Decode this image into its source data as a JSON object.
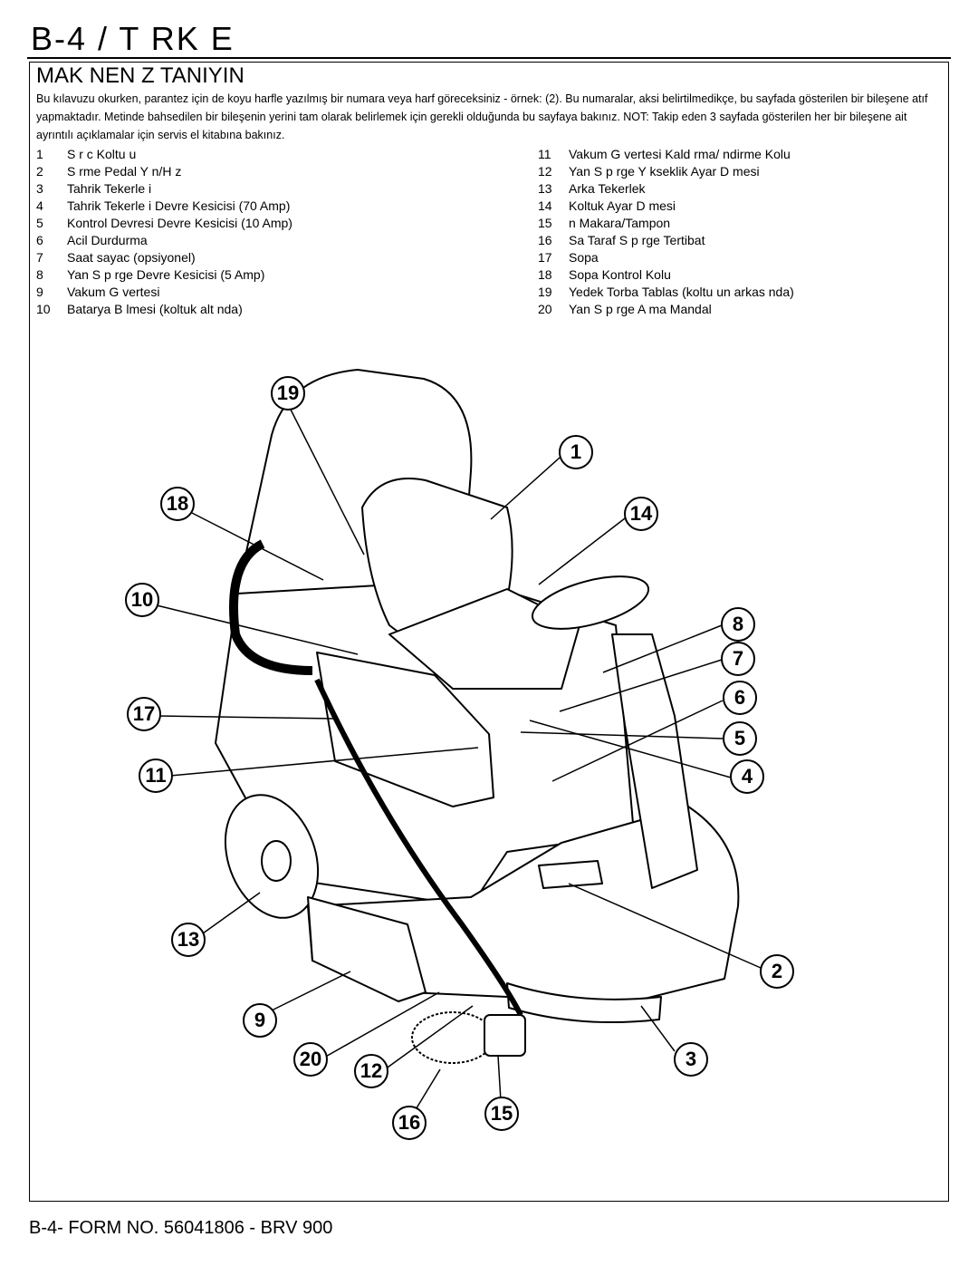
{
  "header": {
    "title": "B-4 / T RK E"
  },
  "section": {
    "title": "MAK NEN Z TANIYIN",
    "intro": "Bu kılavuzu okurken, parantez için de koyu harfle yazılmış bir numara veya harf göreceksiniz - örnek: (2). Bu numaralar, aksi belirtilmedikçe, bu sayfada gösterilen bir bileşene atıf yapmaktadır. Metinde bahsedilen bir bileşenin yerini tam olarak belirlemek için gerekli olduğunda bu sayfaya bakınız. NOT: Takip eden 3 sayfada gösterilen her bir bileşene ait ayrıntılı açıklamalar için servis el kitabına bakınız."
  },
  "parts_left": [
    {
      "num": "1",
      "label": "S r c Koltu u"
    },
    {
      "num": "2",
      "label": "S rme Pedal Y n/H z"
    },
    {
      "num": "3",
      "label": "Tahrik Tekerle i"
    },
    {
      "num": "4",
      "label": "Tahrik Tekerle i Devre Kesicisi (70 Amp)"
    },
    {
      "num": "5",
      "label": "Kontrol Devresi Devre Kesicisi (10 Amp)"
    },
    {
      "num": "6",
      "label": "Acil Durdurma"
    },
    {
      "num": "7",
      "label": "Saat sayac (opsiyonel)"
    },
    {
      "num": "8",
      "label": "Yan S p rge Devre Kesicisi (5 Amp)"
    },
    {
      "num": "9",
      "label": "Vakum G vertesi"
    },
    {
      "num": "10",
      "label": "Batarya B lmesi (koltuk alt nda)"
    }
  ],
  "parts_right": [
    {
      "num": "11",
      "label": "Vakum G vertesi Kald rma/ ndirme Kolu"
    },
    {
      "num": "12",
      "label": "Yan S p rge Y kseklik Ayar D mesi"
    },
    {
      "num": "13",
      "label": "Arka Tekerlek"
    },
    {
      "num": "14",
      "label": "Koltuk Ayar D mesi"
    },
    {
      "num": "15",
      "label": " n Makara/Tampon"
    },
    {
      "num": "16",
      "label": "Sa Taraf S p rge Tertibat"
    },
    {
      "num": "17",
      "label": "Sopa"
    },
    {
      "num": "18",
      "label": "Sopa Kontrol Kolu"
    },
    {
      "num": "19",
      "label": "Yedek Torba Tablas (koltu un arkas nda)"
    },
    {
      "num": "20",
      "label": "Yan S p rge A ma Mandal "
    }
  ],
  "callouts": [
    "19",
    "1",
    "18",
    "14",
    "10",
    "8",
    "7",
    "17",
    "6",
    "5",
    "11",
    "4",
    "13",
    "2",
    "9",
    "20",
    "12",
    "3",
    "16",
    "15"
  ],
  "footer": {
    "text": "B-4- FORM NO. 56041806 - BRV 900"
  }
}
